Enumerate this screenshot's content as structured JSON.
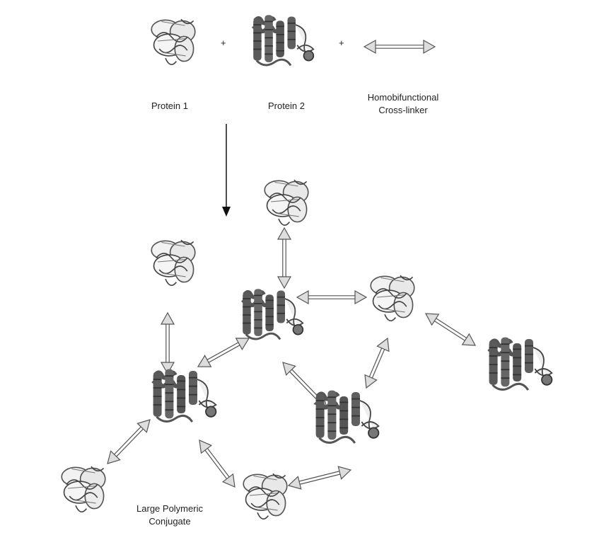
{
  "reactants": {
    "protein1_label": "Protein 1",
    "protein2_label": "Protein 2",
    "plus_1": "+",
    "plus_2": "+",
    "crosslinker_label_line1": "Homobifunctional",
    "crosslinker_label_line2": "Cross-linker"
  },
  "product": {
    "label_line1": "Large Polymeric",
    "label_line2": "Conjugate"
  },
  "colors": {
    "protein1_fill": "#f2f2f2",
    "protein1_stroke": "#555555",
    "protein2_fill": "#5a5a5a",
    "crosslinker_fill": "#dddddd",
    "crosslinker_stroke": "#555555",
    "arrow": "#111111"
  }
}
